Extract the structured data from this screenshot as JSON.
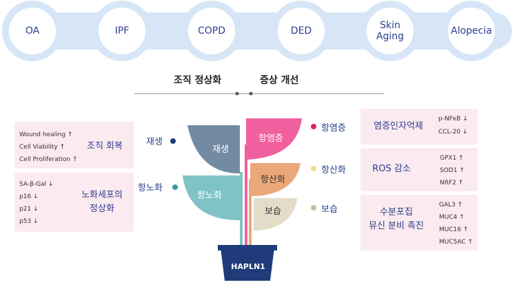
{
  "diseases": [
    {
      "label": "OA"
    },
    {
      "label": "IPF"
    },
    {
      "label": "COPD"
    },
    {
      "label": "DED"
    },
    {
      "label": "Skin\nAging"
    },
    {
      "label": "Alopecia"
    }
  ],
  "outcomes": {
    "left": "조직 정상화",
    "right": "증상 개선"
  },
  "left_panel": {
    "tissue_recovery": {
      "title": "조직 회복",
      "items": [
        "Wound healing ↑",
        "Cell Viability ↑",
        "Cell Proliferation ↑"
      ]
    },
    "senescence": {
      "title": "노화세포의\n정상화",
      "items": [
        "SA-β-Gal ↓",
        "p16 ↓",
        "p21 ↓",
        "p53 ↓"
      ]
    }
  },
  "tree": {
    "pot_label": "HAPLN1",
    "leaves": {
      "regeneration": "재생",
      "anti_aging": "항노화",
      "anti_inflammation": "항염증",
      "antioxidation": "항산화",
      "moisturizing": "보습"
    },
    "side_labels": {
      "regeneration": "재생",
      "anti_aging": "항노화",
      "anti_inflammation": "항염증",
      "antioxidation": "항산화",
      "moisturizing": "보습"
    }
  },
  "right_panel": {
    "inflammation": {
      "title": "염증인자억제",
      "items": [
        "p-NFκB ↓",
        "CCL-20 ↓"
      ]
    },
    "ros": {
      "title": "ROS 감소",
      "items": [
        "GPX1 ↑",
        "SOD1 ↑",
        "NRF2 ↑"
      ]
    },
    "moisture": {
      "title": "수분포집\n뮤신 분비 촉진",
      "items": [
        "GAL3 ↑",
        "MUC4 ↑",
        "MUC16 ↑",
        "MUC5AC ↑"
      ]
    }
  },
  "colors": {
    "chain": "#d7e6f6",
    "circle_text": "#2a3d8f",
    "regeneration": "#738aa3",
    "anti_aging": "#7fc3c6",
    "anti_inflammation": "#f0609e",
    "antioxidation": "#eaa87a",
    "moisturizing": "#e2dcc8",
    "box_bg": "#fbeaef",
    "pot": "#1f3b7a"
  }
}
